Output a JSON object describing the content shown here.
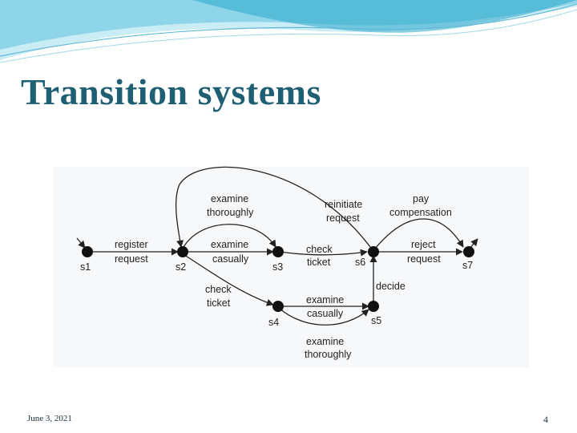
{
  "slide": {
    "title": "Transition systems",
    "date": "June 3, 2021",
    "page_number": "4"
  },
  "theme": {
    "title_color": "#1f5f74",
    "wave_colors": [
      "#2aa7c9",
      "#7fd0e6",
      "#c9ecf5"
    ]
  },
  "diagram": {
    "states": [
      {
        "id": "s1",
        "label": "s1"
      },
      {
        "id": "s2",
        "label": "s2"
      },
      {
        "id": "s3",
        "label": "s3"
      },
      {
        "id": "s4",
        "label": "s4"
      },
      {
        "id": "s5",
        "label": "s5"
      },
      {
        "id": "s6",
        "label": "s6"
      },
      {
        "id": "s7",
        "label": "s7"
      }
    ],
    "transitions": [
      {
        "from": "s1",
        "to": "s2",
        "label": [
          "register",
          "request"
        ]
      },
      {
        "from": "s2",
        "to": "s3",
        "label": [
          "examine",
          "thoroughly"
        ]
      },
      {
        "from": "s2",
        "to": "s3",
        "label": [
          "examine",
          "casually"
        ]
      },
      {
        "from": "s2",
        "to": "s4",
        "label": [
          "check",
          "ticket"
        ]
      },
      {
        "from": "s3",
        "to": "s6",
        "label": [
          "check",
          "ticket"
        ]
      },
      {
        "from": "s4",
        "to": "s5",
        "label": [
          "examine",
          "casually"
        ]
      },
      {
        "from": "s4",
        "to": "s5",
        "label": [
          "examine",
          "thoroughly"
        ]
      },
      {
        "from": "s5",
        "to": "s6",
        "label": [
          "decide"
        ]
      },
      {
        "from": "s6",
        "to": "s2",
        "label": [
          "reinitiate",
          "request"
        ]
      },
      {
        "from": "s6",
        "to": "s7",
        "label": [
          "pay",
          "compensation"
        ]
      },
      {
        "from": "s6",
        "to": "s7",
        "label": [
          "reject",
          "request"
        ]
      }
    ]
  }
}
